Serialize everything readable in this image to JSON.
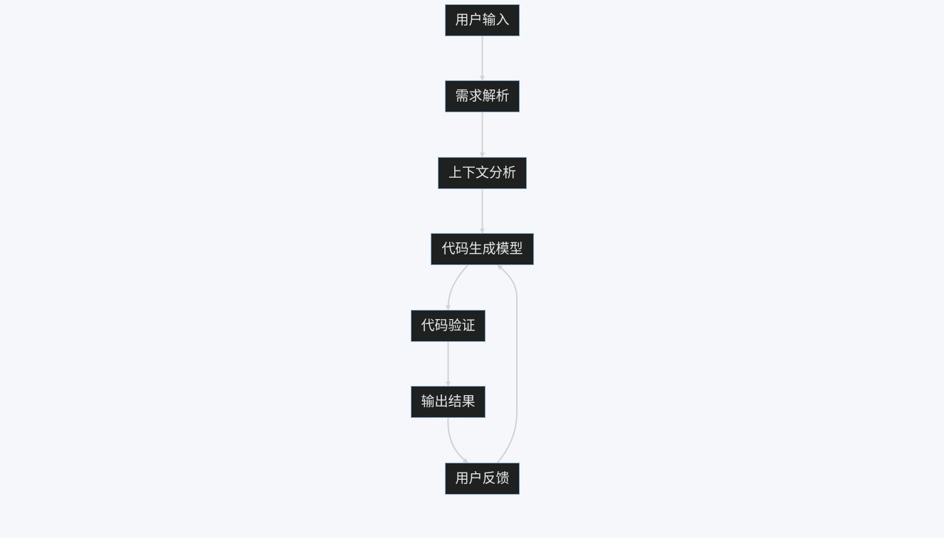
{
  "diagram": {
    "nodes": [
      {
        "id": "n1",
        "label": "用户输入"
      },
      {
        "id": "n2",
        "label": "需求解析"
      },
      {
        "id": "n3",
        "label": "上下文分析"
      },
      {
        "id": "n4",
        "label": "代码生成模型"
      },
      {
        "id": "n5",
        "label": "代码验证"
      },
      {
        "id": "n6",
        "label": "输出结果"
      },
      {
        "id": "n7",
        "label": "用户反馈"
      }
    ],
    "edges": [
      {
        "from": "n1",
        "to": "n2"
      },
      {
        "from": "n2",
        "to": "n3"
      },
      {
        "from": "n3",
        "to": "n4"
      },
      {
        "from": "n4",
        "to": "n5"
      },
      {
        "from": "n5",
        "to": "n6"
      },
      {
        "from": "n6",
        "to": "n7"
      },
      {
        "from": "n7",
        "to": "n4"
      }
    ],
    "colors": {
      "background": "#f5f7fa",
      "node_fill": "#1f2020",
      "node_border": "#7aa2c9",
      "node_text": "#e6e6e6",
      "edge": "#d3d3d3"
    }
  }
}
